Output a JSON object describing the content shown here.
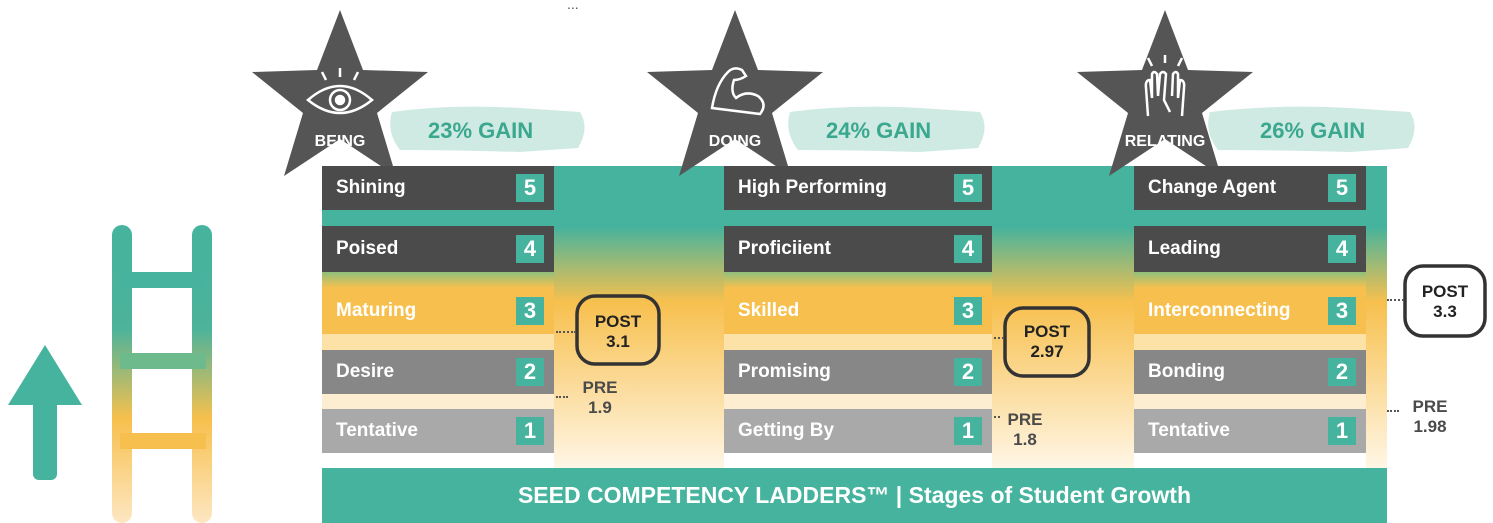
{
  "columns": [
    {
      "category": "BEING",
      "gain": "23% GAIN",
      "levels": [
        {
          "label": "Shining",
          "number": "5"
        },
        {
          "label": "Poised",
          "number": "4"
        },
        {
          "label": "Maturing",
          "number": "3"
        },
        {
          "label": "Desire",
          "number": "2"
        },
        {
          "label": "Tentative",
          "number": "1"
        }
      ],
      "post_label": "POST",
      "post_value": "3.1",
      "pre_label": "PRE",
      "pre_value": "1.9"
    },
    {
      "category": "DOING",
      "gain": "24% GAIN",
      "levels": [
        {
          "label": "High Performing",
          "number": "5"
        },
        {
          "label": "Proficiient",
          "number": "4"
        },
        {
          "label": "Skilled",
          "number": "3"
        },
        {
          "label": "Promising",
          "number": "2"
        },
        {
          "label": "Getting By",
          "number": "1"
        }
      ],
      "post_label": "POST",
      "post_value": "2.97",
      "pre_label": "PRE",
      "pre_value": "1.8"
    },
    {
      "category": "RELATING",
      "gain": "26% GAIN",
      "levels": [
        {
          "label": "Change Agent",
          "number": "5"
        },
        {
          "label": "Leading",
          "number": "4"
        },
        {
          "label": "Interconnecting",
          "number": "3"
        },
        {
          "label": "Bonding",
          "number": "2"
        },
        {
          "label": "Tentative",
          "number": "1"
        }
      ],
      "post_label": "POST",
      "post_value": "3.3",
      "pre_label": "PRE",
      "pre_value": "1.98"
    }
  ],
  "banner": "SEED COMPETENCY LADDERS™ | Stages of Student Growth",
  "top_marker": "...",
  "icons": [
    "eye-icon",
    "flexed-arm-icon",
    "raised-hands-icon",
    "ladder-icon",
    "up-arrow-icon"
  ],
  "colors": {
    "teal": "#45b39d",
    "dark_gray": "#4b4b4b",
    "gold": "#f7c04e",
    "mid_gray": "#878787",
    "light_gray": "#a9a9a9",
    "star": "#555555"
  }
}
